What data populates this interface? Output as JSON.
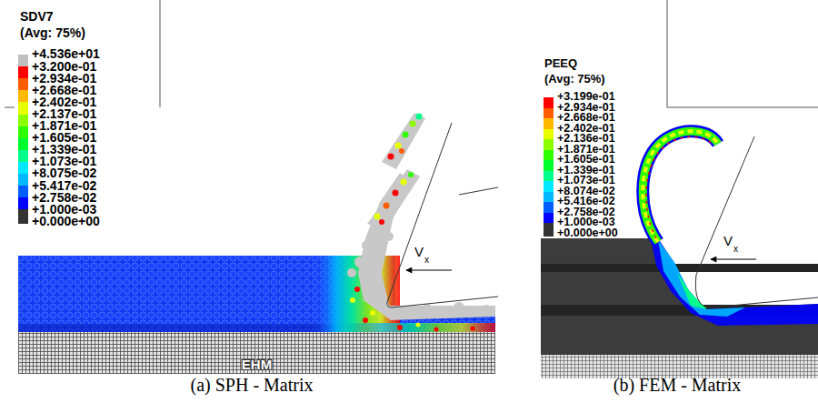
{
  "diagram": {
    "nodes": [
      {
        "text": [
          "EHM"
        ]
      }
    ],
    "labels": [
      "SDV7",
      "(Avg: 75%)",
      "V",
      "x",
      "(a) SPH - Matrix",
      "PEEQ",
      "(Avg: 75%)",
      "V",
      "x",
      "(b) FEM - Matrix"
    ],
    "legend": [
      {
        "text": "+4.536e+01",
        "color": "#c0c0c0"
      },
      {
        "text": "+3.200e-01",
        "color": "#ff0000"
      },
      {
        "text": "+2.934e-01",
        "color": "#ff5d00"
      },
      {
        "text": "+2.668e-01",
        "color": "#ffb900"
      },
      {
        "text": "+2.402e-01",
        "color": "#e8ff00"
      },
      {
        "text": "+2.137e-01",
        "color": "#8bff00"
      },
      {
        "text": "+1.871e-01",
        "color": "#2eff00"
      },
      {
        "text": "+1.605e-01",
        "color": "#00ff2e"
      },
      {
        "text": "+1.339e-01",
        "color": "#00ff8b"
      },
      {
        "text": "+1.073e-01",
        "color": "#00e8ff"
      },
      {
        "text": "+8.075e-02",
        "color": "#00b9ff"
      },
      {
        "text": "+5.417e-02",
        "color": "#005dff"
      },
      {
        "text": "+2.758e-02",
        "color": "#0000ff"
      },
      {
        "text": "+1.000e-03",
        "color": "#333333"
      },
      {
        "text": "+0.000e+00",
        "color": "#333333"
      },
      {
        "text": "+3.199e-01",
        "color": "#ff0000"
      },
      {
        "text": "+2.934e-01",
        "color": "#ff5d00"
      },
      {
        "text": "+2.668e-01",
        "color": "#ffb900"
      },
      {
        "text": "+2.402e-01",
        "color": "#e8ff00"
      },
      {
        "text": "+2.136e-01",
        "color": "#8bff00"
      },
      {
        "text": "+1.871e-01",
        "color": "#2eff00"
      },
      {
        "text": "+1.605e-01",
        "color": "#00ff2e"
      },
      {
        "text": "+1.339e-01",
        "color": "#00ff8b"
      },
      {
        "text": "+1.073e-01",
        "color": "#00e8ff"
      },
      {
        "text": "+8.074e-02",
        "color": "#00b9ff"
      },
      {
        "text": "+5.416e-02",
        "color": "#005dff"
      },
      {
        "text": "+2.758e-02",
        "color": "#0000ff"
      },
      {
        "text": "+1.000e-03",
        "color": "#333333"
      },
      {
        "text": "+0.000e+00",
        "color": "#333333"
      }
    ]
  }
}
